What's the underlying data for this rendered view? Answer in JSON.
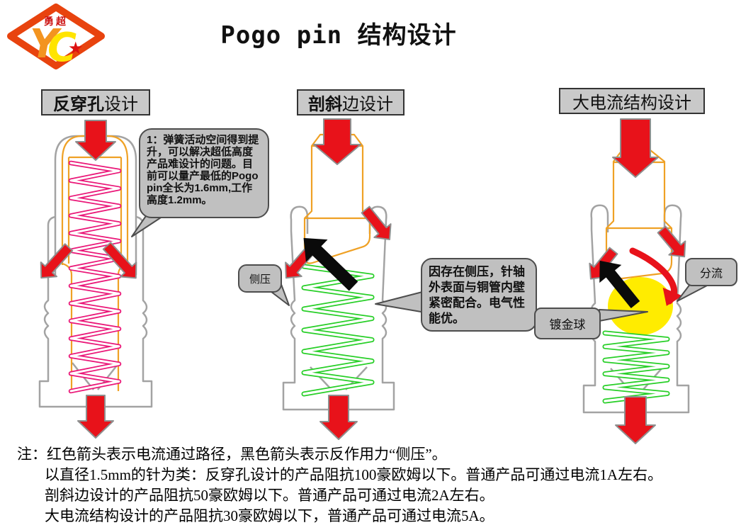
{
  "title": "Pogo pin 结构设计",
  "logo": {
    "brand_text": "勇超",
    "letter_y": "Y",
    "letter_c": "C",
    "star": "★"
  },
  "sections": {
    "left": {
      "header_bold": "反穿孔",
      "header_rest": "设计"
    },
    "middle": {
      "header_bold": "剖斜",
      "header_rest": "边设计"
    },
    "right": {
      "header_bold": "",
      "header_rest": "大电流结构设计"
    }
  },
  "callouts": {
    "spring_space": "1：弹簧活动空间得到提升，可以解决超低高度产品难设计的问题。目前可以量产最低的Pogo pin全长为1.6mm,工作高度1.2mm。",
    "side_pressure": "侧压",
    "tight_fit": "因存在侧压，针轴外表面与铜管内壁紧密配合。电气性能优。",
    "shunt": "分流",
    "gold_ball": "镀金球"
  },
  "notes": {
    "line1": "注：红色箭头表示电流通过路径，黑色箭头表示反作用力“侧压”。",
    "line2": "以直径1.5mm的针为类：反穿孔设计的产品阻抗100豪欧姆以下。普通产品可通过电流1A左右。",
    "line3": "剖斜边设计的产品阻抗50豪欧姆以下。普通产品可通过电流2A左右。",
    "line4": "大电流结构设计的产品阻抗30豪欧姆以下，普通产品可通过电流5A。"
  },
  "colors": {
    "current_red": "#e8121a",
    "arrow_outline_gray": "#8f8f8f",
    "side_force_black": "#0a0a0a",
    "spring_pink": "#ea1778",
    "spring_green": "#28cf28",
    "gold_ball_yellow": "#ffec00",
    "outline_orange": "#efa125",
    "outline_gray": "#a3a3a3",
    "callout_gray": "#c0c0c0",
    "logo_red": "#e8430e"
  }
}
